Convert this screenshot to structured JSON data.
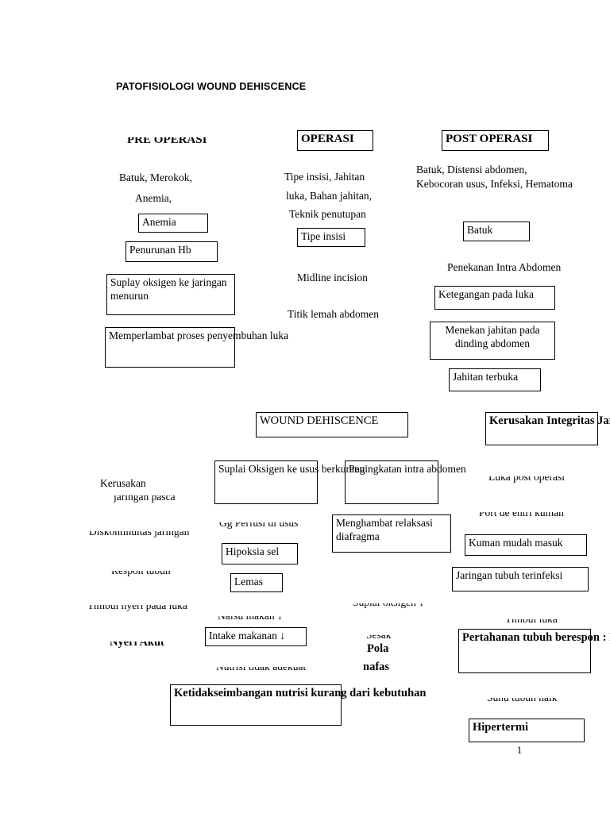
{
  "document": {
    "title": "PATOFISIOLOGI WOUND DEHISCENCE",
    "page_number": "1"
  },
  "columns": {
    "pre_op": {
      "heading": "PRE OPERASI",
      "nodes": [
        {
          "text": "Batuk, Merokok,",
          "boxed": false
        },
        {
          "text": "Anemia,",
          "boxed": false
        },
        {
          "text": "Anemia",
          "boxed": true
        },
        {
          "text": "Penurunan Hb",
          "boxed": true
        },
        {
          "text": "Suplay oksigen ke jaringan menurun",
          "boxed": true
        },
        {
          "text": "Memperlambat proses penyembuhan luka",
          "boxed": true
        }
      ]
    },
    "operasi": {
      "heading": "OPERASI",
      "nodes": [
        {
          "text": "Tipe insisi, Jahitan",
          "boxed": false
        },
        {
          "text": "luka, Bahan jahitan,",
          "boxed": false
        },
        {
          "text": "Teknik penutupan",
          "boxed": false
        },
        {
          "text": "Tipe insisi",
          "boxed": true
        },
        {
          "text": "Midline incision",
          "boxed": false
        },
        {
          "text": "Titik lemah abdomen",
          "boxed": false
        }
      ]
    },
    "post_op": {
      "heading": "POST OPERASI",
      "nodes": [
        {
          "text": "Batuk, Distensi abdomen,",
          "boxed": false
        },
        {
          "text": "Kebocoran usus, Infeksi, Hematoma",
          "boxed": false
        },
        {
          "text": "Batuk",
          "boxed": true
        },
        {
          "text": "Penekanan Intra Abdomen",
          "boxed": false
        },
        {
          "text": "Ketegangan pada luka",
          "boxed": true
        },
        {
          "text": "Menekan jahitan pada dinding abdomen",
          "boxed": true
        },
        {
          "text": "Jahitan terbuka",
          "boxed": true
        }
      ]
    }
  },
  "center": {
    "wound_dehiscence": "WOUND DEHISCENCE",
    "kerusakan_integritas": "Kerusakan Integritas Jaringan"
  },
  "branches": {
    "nyeri": [
      {
        "text": "Kerusakan",
        "state": "full"
      },
      {
        "text": "jaringan pasca",
        "state": "clipped"
      },
      {
        "text": "Diskontinuitas jaringan",
        "state": "clipped"
      },
      {
        "text": "Respon tubuh",
        "state": "clipped"
      },
      {
        "text": "Timbul nyeri pada luka",
        "state": "clipped"
      },
      {
        "text": "Nyeri Akut",
        "state": "clipped"
      }
    ],
    "nutrisi": [
      {
        "text": "Suplai Oksigen ke usus berkurang",
        "state": "boxed"
      },
      {
        "text": "Gg Perfusi di usus",
        "state": "clipped"
      },
      {
        "text": "Hipoksia sel",
        "state": "boxed"
      },
      {
        "text": "Lemas",
        "state": "boxed"
      },
      {
        "text": "Nafsu makan ↓",
        "state": "clipped"
      },
      {
        "text": "Intake makanan ↓",
        "state": "boxed"
      },
      {
        "text": "Nutrisi tidak adekuat",
        "state": "clipped"
      },
      {
        "text": "Ketidakseimbangan nutrisi kurang dari kebutuhan",
        "state": "boxed"
      }
    ],
    "pola_nafas": [
      {
        "text": "Peningkatan intra abdomen",
        "state": "boxed"
      },
      {
        "text": "Menghambat relaksasi diafragma",
        "state": "boxed"
      },
      {
        "text": "Suplai oksigen ↓",
        "state": "clipped"
      },
      {
        "text": "Sesak",
        "state": "clipped"
      },
      {
        "text": "Pola",
        "state": "full"
      },
      {
        "text": "nafas",
        "state": "full"
      }
    ],
    "infeksi": [
      {
        "text": "Luka post operasi",
        "state": "clipped"
      },
      {
        "text": "Port de entri kuman",
        "state": "clipped"
      },
      {
        "text": "Kuman mudah masuk",
        "state": "boxed"
      },
      {
        "text": "Jaringan tubuh terinfeksi",
        "state": "boxed"
      },
      {
        "text": "Timbul luka",
        "state": "clipped"
      },
      {
        "text": "Pertahanan tubuh berespon : Inflamasi",
        "state": "boxed"
      },
      {
        "text": "Suhu tubuh naik",
        "state": "clipped"
      },
      {
        "text": "Hipertermi",
        "state": "boxed"
      }
    ]
  }
}
